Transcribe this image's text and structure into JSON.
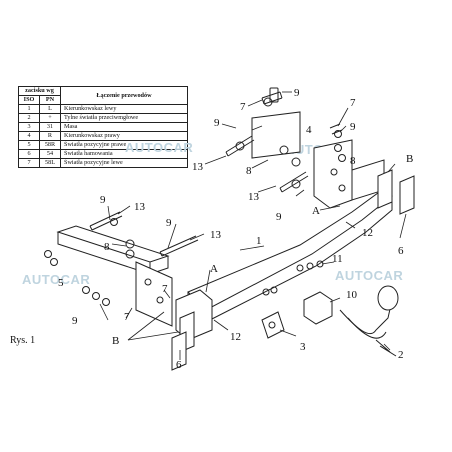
{
  "legend_table": {
    "title": "Łączenie przewodów",
    "col_header": "zacisku wg",
    "sub_headers": [
      "ISO",
      "PN"
    ],
    "rows": [
      {
        "iso": "1",
        "pn": "L",
        "desc": "Kierunkowskaz lewy"
      },
      {
        "iso": "2",
        "pn": "+",
        "desc": "Tylne światła przeciwmgłowe"
      },
      {
        "iso": "3",
        "pn": "31",
        "desc": "Masa"
      },
      {
        "iso": "4",
        "pn": "R",
        "desc": "Kierunkowskaz prawy"
      },
      {
        "iso": "5",
        "pn": "58R",
        "desc": "Światła pozycyjne prawe"
      },
      {
        "iso": "6",
        "pn": "54",
        "desc": "Światła hamowania"
      },
      {
        "iso": "7",
        "pn": "58L",
        "desc": "Światła pozycyjne lewe"
      }
    ]
  },
  "watermarks": [
    "AUTOCAR",
    "AUTOCAR",
    "AUTOCAR",
    "AUTOCAR"
  ],
  "caption": "Rys. 1",
  "part_labels": {
    "p1": "1",
    "p2": "2",
    "p3": "3",
    "p4": "4",
    "p5": "5",
    "p6a": "6",
    "p6b": "6",
    "p7a": "7",
    "p7b": "7",
    "p7c": "7",
    "p8a": "8",
    "p8b": "8",
    "p9a": "9",
    "p9b": "9",
    "p9c": "9",
    "p9d": "9",
    "p9e": "9",
    "p9f": "9",
    "p9g": "9",
    "p10": "10",
    "p11": "11",
    "p12a": "12",
    "p12b": "12",
    "p13a": "13",
    "p13b": "13",
    "p13c": "13",
    "p13d": "13",
    "pAa": "A",
    "pAb": "A",
    "pBa": "B",
    "pBb": "B"
  }
}
